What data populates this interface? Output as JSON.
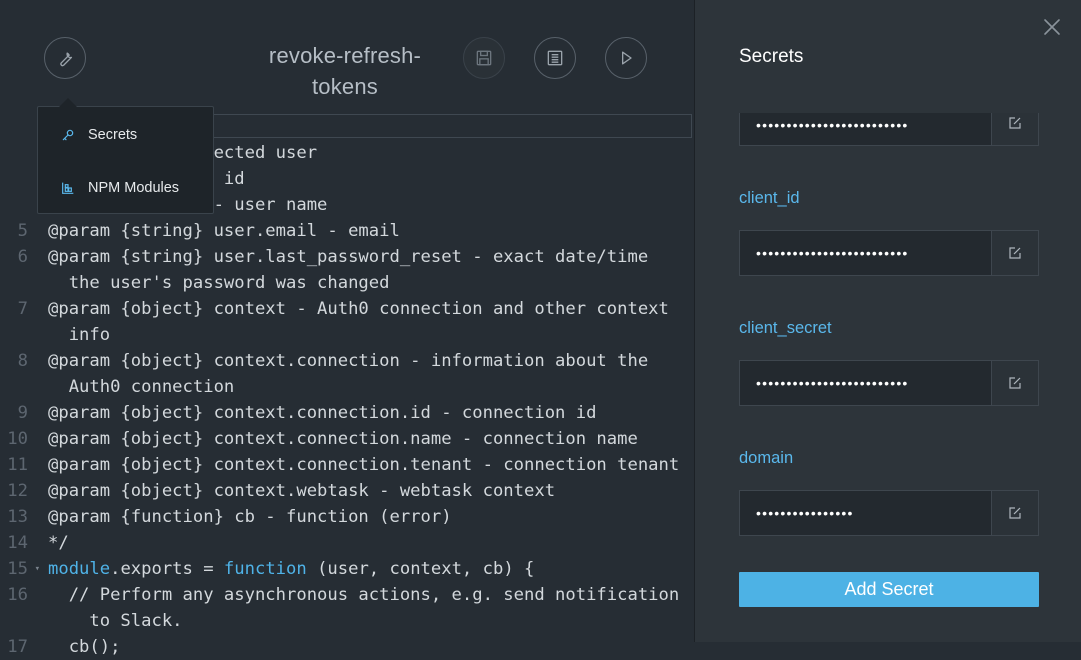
{
  "toolbar": {
    "title_line1": "revoke-refresh-",
    "title_line2": "tokens",
    "settings_icon": "wrench-icon",
    "save_icon": "floppy-disk-icon",
    "logs_icon": "document-list-icon",
    "run_icon": "play-icon"
  },
  "dropdown": {
    "items": [
      {
        "label": "Secrets",
        "icon": "key-icon"
      },
      {
        "label": "NPM Modules",
        "icon": "modules-icon"
      }
    ]
  },
  "code": {
    "lines": [
      {
        "num": "",
        "text": "} user - The affected user"
      },
      {
        "num": "",
        "text": "} user.id - user id"
      },
      {
        "num": "",
        "text": "} user.username - user name"
      },
      {
        "num": "5",
        "text": "@param {string} user.email - email"
      },
      {
        "num": "6",
        "text": "@param {string} user.last_password_reset - exact date/time"
      },
      {
        "num": "",
        "text": "  the user's password was changed"
      },
      {
        "num": "7",
        "text": "@param {object} context - Auth0 connection and other context"
      },
      {
        "num": "",
        "text": "  info"
      },
      {
        "num": "8",
        "text": "@param {object} context.connection - information about the"
      },
      {
        "num": "",
        "text": "  Auth0 connection"
      },
      {
        "num": "9",
        "text": "@param {object} context.connection.id - connection id"
      },
      {
        "num": "10",
        "text": "@param {object} context.connection.name - connection name"
      },
      {
        "num": "11",
        "text": "@param {object} context.connection.tenant - connection tenant"
      },
      {
        "num": "12",
        "text": "@param {object} context.webtask - webtask context"
      },
      {
        "num": "13",
        "text": "@param {function} cb - function (error)"
      },
      {
        "num": "14",
        "text": "*/"
      },
      {
        "num": "15",
        "text": "",
        "fold": true,
        "parts": [
          {
            "t": "module",
            "c": "kw"
          },
          {
            "t": ".exports = ",
            "c": ""
          },
          {
            "t": "function",
            "c": "kw"
          },
          {
            "t": " (user, context, cb) {",
            "c": ""
          }
        ]
      },
      {
        "num": "16",
        "text": "  // Perform any asynchronous actions, e.g. send notification"
      },
      {
        "num": "",
        "text": "    to Slack."
      },
      {
        "num": "17",
        "text": "  cb();"
      }
    ]
  },
  "panel": {
    "title": "Secrets",
    "close_icon": "close-icon",
    "secrets": [
      {
        "label": "",
        "value": "•••••••••••••••••••••••••"
      },
      {
        "label": "client_id",
        "value": "•••••••••••••••••••••••••"
      },
      {
        "label": "client_secret",
        "value": "•••••••••••••••••••••••••"
      },
      {
        "label": "domain",
        "value": "••••••••••••••••"
      }
    ],
    "add_label": "Add Secret"
  },
  "colors": {
    "accent": "#4db2e5",
    "keyword": "#4fb3e8",
    "editor_bg": "#262d34",
    "panel_bg": "#2d343a"
  }
}
